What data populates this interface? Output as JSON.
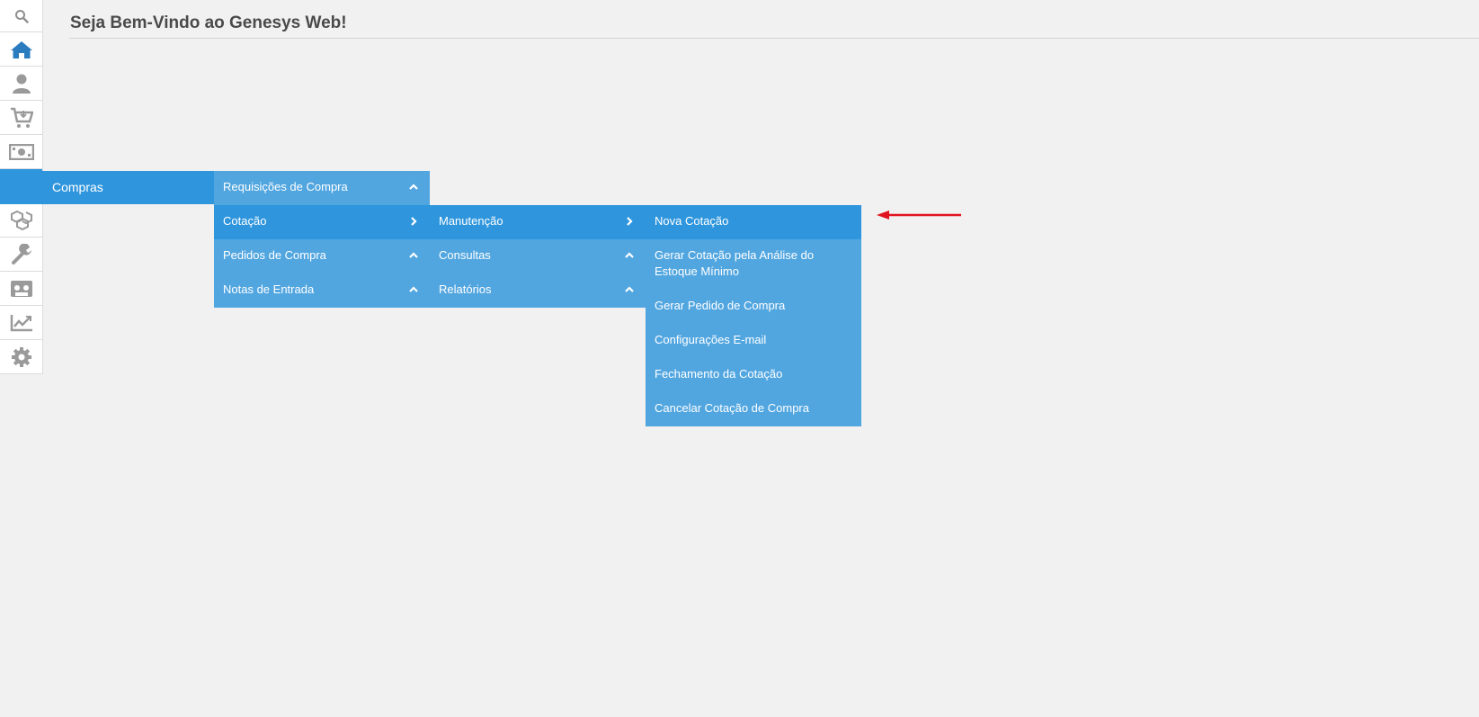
{
  "header": {
    "title": "Seja Bem-Vindo ao Genesys Web!"
  },
  "sidebar": {
    "items": [
      {
        "icon": "search-icon"
      },
      {
        "icon": "home-icon"
      },
      {
        "icon": "user-icon"
      },
      {
        "icon": "cart-download-icon"
      },
      {
        "icon": "money-icon"
      },
      {
        "icon": "cart-plus-icon",
        "label": "Compras",
        "active": true
      },
      {
        "icon": "cubes-icon"
      },
      {
        "icon": "wrench-icon"
      },
      {
        "icon": "cassette-icon"
      },
      {
        "icon": "chart-line-icon"
      },
      {
        "icon": "gear-icon"
      }
    ]
  },
  "menu": {
    "level1": [
      {
        "label": "Requisições de Compra",
        "arrow": "chevron-up"
      },
      {
        "label": "Cotação",
        "arrow": "chevron-right",
        "highlighted": true
      },
      {
        "label": "Pedidos de Compra",
        "arrow": "chevron-up"
      },
      {
        "label": "Notas de Entrada",
        "arrow": "chevron-up"
      }
    ],
    "level2": [
      {
        "label": "Manutenção",
        "arrow": "chevron-right",
        "highlighted": true
      },
      {
        "label": "Consultas",
        "arrow": "chevron-up"
      },
      {
        "label": "Relatórios",
        "arrow": "chevron-up"
      }
    ],
    "level3": [
      {
        "label": "Nova Cotação",
        "highlighted": true
      },
      {
        "label": "Gerar Cotação pela Análise do Estoque Mínimo"
      },
      {
        "label": "Gerar Pedido de Compra"
      },
      {
        "label": "Configurações E-mail"
      },
      {
        "label": "Fechamento da Cotação"
      },
      {
        "label": "Cancelar Cotação de Compra"
      }
    ]
  },
  "colors": {
    "accent": "#2f96dd",
    "menu_bg": "#52a6e0",
    "annotation": "#e0141e",
    "icon_gray": "#9a9a9a",
    "icon_active_blue": "#2b7bbf"
  }
}
